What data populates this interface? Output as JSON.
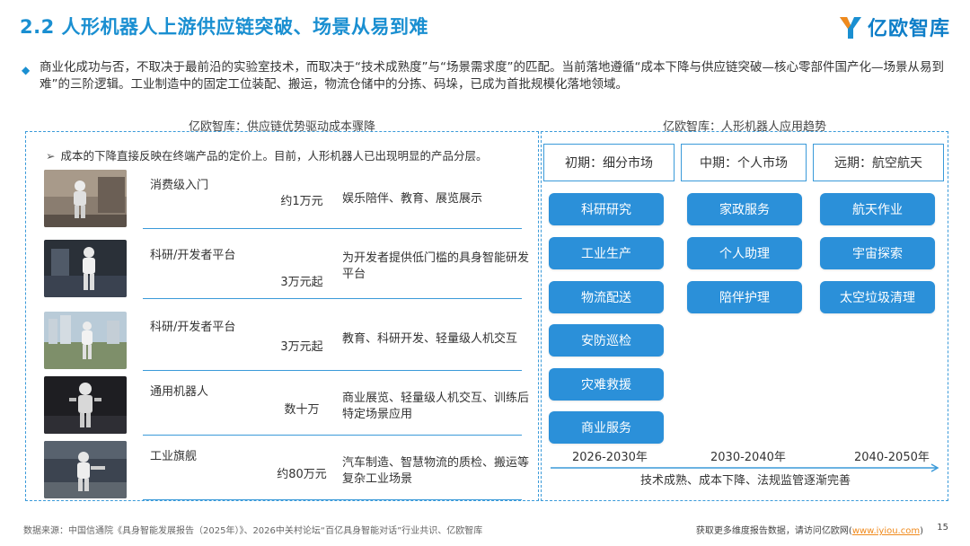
{
  "header": {
    "title": "2.2 人形机器人上游供应链突破、场景从易到难",
    "brand_name": "亿欧智库"
  },
  "summary": "商业化成功与否，不取决于最前沿的实验室技术，而取决于“技术成熟度”与“场景需求度”的匹配。当前落地遵循“成本下降与供应链突破—核心零部件国产化—场景从易到难”的三阶逻辑。工业制造中的固定工位装配、搬运，物流仓储中的分拣、码垛，已成为首批规模化落地领域。",
  "left_panel": {
    "title": "亿欧智库：供应链优势驱动成本骤降",
    "note": "成本的下降直接反映在终端产品的定价上。目前，人形机器人已出现明显的产品分层。",
    "rows": [
      {
        "name": "消费级入门",
        "price": "约1万元",
        "desc": "娱乐陪伴、教育、展览展示"
      },
      {
        "name": "科研/开发者平台",
        "price": "3万元起",
        "desc": "为开发者提供低门槛的具身智能研发平台"
      },
      {
        "name": "科研/开发者平台",
        "price": "3万元起",
        "desc": "教育、科研开发、轻量级人机交互"
      },
      {
        "name": "通用机器人",
        "price": "数十万",
        "desc": "商业展览、轻量级人机交互、训练后特定场景应用"
      },
      {
        "name": "工业旗舰",
        "price": "约80万元",
        "desc": "汽车制造、智慧物流的质检、搬运等复杂工业场景"
      }
    ]
  },
  "right_panel": {
    "title": "亿欧智库：人形机器人应用趋势",
    "stages": [
      {
        "label": "初期：细分市场",
        "year": "2026-2030年",
        "items": [
          "科研研究",
          "工业生产",
          "物流配送",
          "安防巡检",
          "灾难救援",
          "商业服务"
        ]
      },
      {
        "label": "中期：个人市场",
        "year": "2030-2040年",
        "items": [
          "家政服务",
          "个人助理",
          "陪伴护理"
        ]
      },
      {
        "label": "远期：航空航天",
        "year": "2040-2050年",
        "items": [
          "航天作业",
          "宇宙探索",
          "太空垃圾清理"
        ]
      }
    ],
    "trend": "技术成熟、成本下降、法规监管逐渐完善"
  },
  "footer": {
    "source": "数据来源：中国信通院《具身智能发展报告（2025年）》、2026中关村论坛“百亿具身智能对话”行业共识、亿欧智库",
    "cta_prefix": "获取更多维度报告数据，请访问亿欧网(",
    "cta_link": "www.iyiou.com",
    "cta_suffix": ")",
    "page": "15"
  },
  "colors": {
    "accent": "#1a8fd1",
    "chip": "#2b90d9",
    "border": "#3a9ad9",
    "link": "#f08a1c"
  }
}
